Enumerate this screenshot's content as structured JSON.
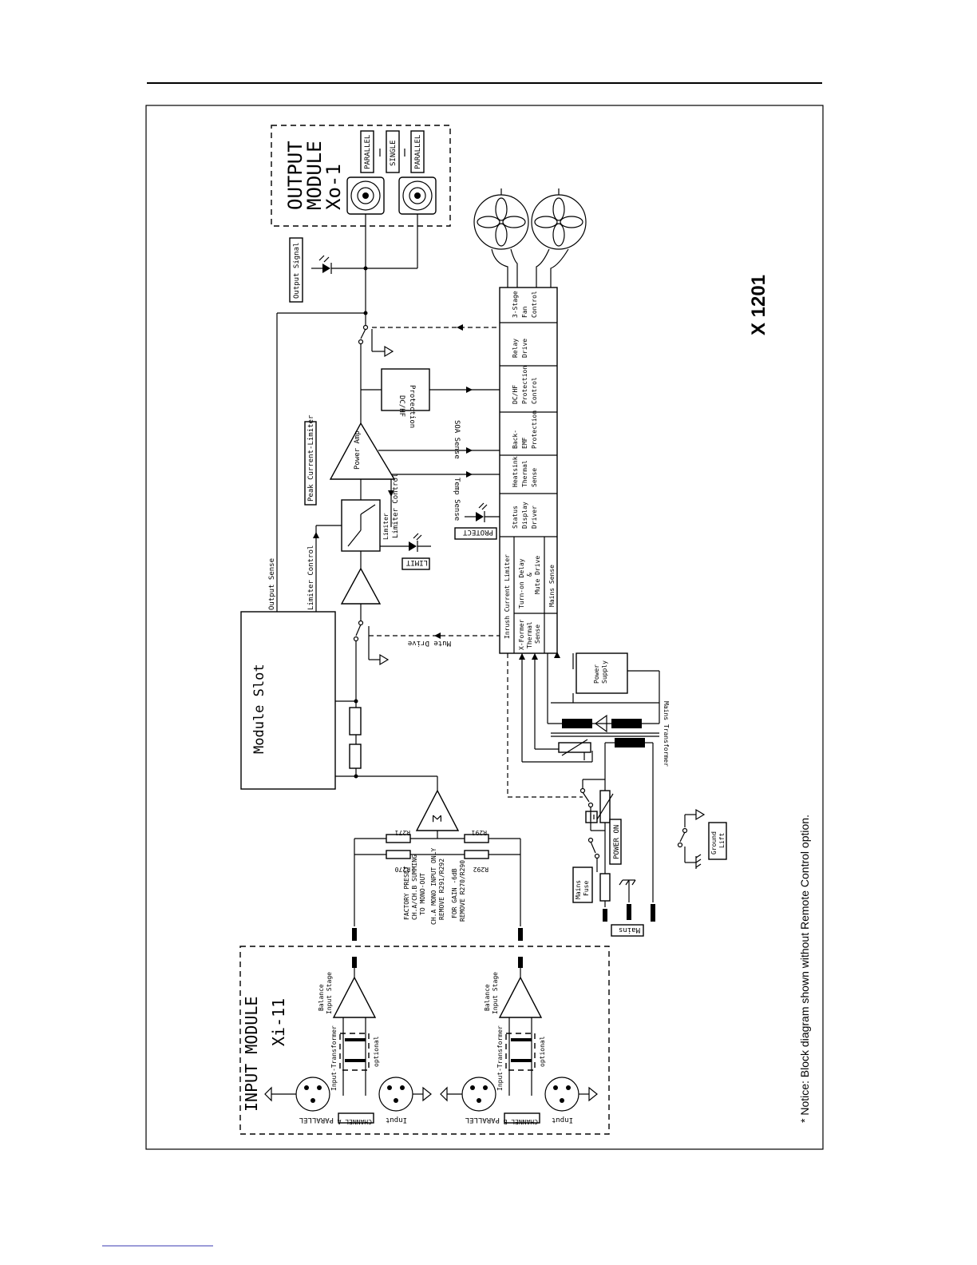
{
  "model_title": "X 1201",
  "notice": "* Notice: Block diagram shown without Remote Control option.",
  "output_module": {
    "title_line1": "OUTPUT",
    "title_line2": "MODULE",
    "title_line3": "Xo-1",
    "tag_parallel_top": "PARALLEL",
    "tag_single": "SINGLE",
    "tag_parallel_bottom": "PARALLEL"
  },
  "input_module": {
    "title_line1": "INPUT MODULE",
    "title_line2": "Xi-11",
    "channel_a": "CHANNEL A",
    "channel_b": "CHANNEL B",
    "parallel": "PARALLEL",
    "input": "Input",
    "balance_line1": "Balance",
    "balance_line2": "Input Stage",
    "input_transformer": "Input-Transformer",
    "optional": "optional"
  },
  "labels": {
    "output_signal": "Output Signal",
    "module_slot": "Module Slot",
    "output_sense": "Output Sense",
    "limiter_control_left": "Limiter Control",
    "limiter": "Limiter",
    "limiter_control": "Limiter Control",
    "peak_current_limiter": "Peak Current-Limiter",
    "power_amp": "Power Amp",
    "limit": "LIMIT",
    "protect": "PROTECT",
    "dc_hf_line1": "DC/HF",
    "dc_hf_line2": "Protection",
    "temp_sense": "Temp Sense",
    "soa_sense": "SOA Sense",
    "mute_drive": "Mute Drive",
    "power_supply_line1": "Power",
    "power_supply_line2": "Supply",
    "mains_transformer": "Mains Transformer",
    "power_on": "POWER ON",
    "mains_fuse_line1": "Mains",
    "mains_fuse_line2": "Fuse",
    "mains": "Mains",
    "ground_lift_line1": "Ground",
    "ground_lift_line2": "Lift",
    "r271": "R271",
    "r270": "R270",
    "r291": "R291",
    "r292": "R292",
    "sum_symbol": "Σ",
    "factory_preset_1": "FACTORY PRESET",
    "factory_preset_2": "CH.A/CH.B SUMMING",
    "factory_preset_3": "TO MONO-OUT",
    "mono_input_1": "CH.A MONO INPUT ONLY",
    "mono_input_2": "REMOVE R291/R292",
    "gain_1": "FOR GAIN -6dB",
    "gain_2": "REMOVE R270/R290"
  },
  "control_blocks": [
    {
      "line1": "3-Stage",
      "line2": "Fan",
      "line3": "Control"
    },
    {
      "line1": "Relay",
      "line2": "Drive",
      "line3": ""
    },
    {
      "line1": "DC/HF",
      "line2": "Protection",
      "line3": "Control"
    },
    {
      "line1": "Back-",
      "line2": "EMF",
      "line3": "Protection"
    },
    {
      "line1": "Heatsink",
      "line2": "Thermal",
      "line3": "Sense"
    },
    {
      "line1": "Status",
      "line2": "Display",
      "line3": "Driver"
    }
  ],
  "lower_blocks": {
    "inrush": "Inrush Current Limiter",
    "turn_on_1": "Turn-on Delay",
    "turn_on_2": "&",
    "turn_on_3": "Mute Drive",
    "mains_sense": "Mains Sense",
    "xformer_1": "X-Former",
    "xformer_2": "Thermal",
    "xformer_3": "Sense"
  }
}
